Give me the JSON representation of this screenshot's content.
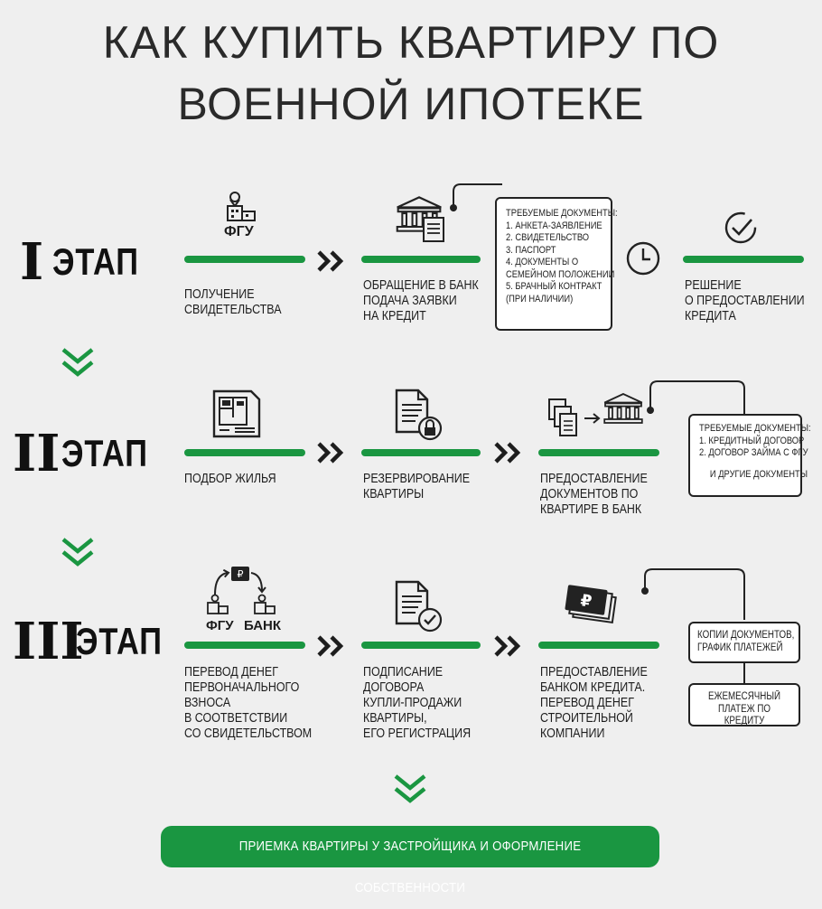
{
  "title": {
    "line1": "КАК КУПИТЬ КВАРТИРУ ПО",
    "line2": "ВОЕННОЙ ИПОТЕКЕ"
  },
  "stages": [
    {
      "numeral": "I",
      "word": "ЭТАП",
      "steps": [
        {
          "icon_label": "ФГУ",
          "label": [
            "ПОЛУЧЕНИЕ",
            "СВИДЕТЕЛЬСТВА"
          ]
        },
        {
          "label": [
            "ОБРАЩЕНИЕ В БАНК",
            "ПОДАЧА ЗАЯВКИ",
            "НА КРЕДИТ"
          ]
        },
        {
          "label": [
            "РЕШЕНИЕ",
            "О ПРЕДОСТАВЛЕНИИ",
            "КРЕДИТА"
          ]
        }
      ],
      "docs": {
        "heading": "ТРЕБУЕМЫЕ ДОКУМЕНТЫ:",
        "items": [
          "1. АНКЕТА-ЗАЯВЛЕНИЕ",
          "2. СВИДЕТЕЛЬСТВО",
          "3. ПАСПОРТ",
          "4. ДОКУМЕНТЫ О",
          "СЕМЕЙНОМ ПОЛОЖЕНИИ",
          "5. БРАЧНЫЙ КОНТРАКТ",
          "(ПРИ НАЛИЧИИ)"
        ]
      }
    },
    {
      "numeral": "II",
      "word": "ЭТАП",
      "steps": [
        {
          "label": [
            "ПОДБОР ЖИЛЬЯ"
          ]
        },
        {
          "label": [
            "РЕЗЕРВИРОВАНИЕ",
            "КВАРТИРЫ"
          ]
        },
        {
          "label": [
            "ПРЕДОСТАВЛЕНИЕ",
            "ДОКУМЕНТОВ ПО",
            "КВАРТИРЕ В БАНК"
          ]
        }
      ],
      "docs": {
        "heading": "ТРЕБУЕМЫЕ ДОКУМЕНТЫ:",
        "items": [
          "1. КРЕДИТНЫЙ ДОГОВОР",
          "2. ДОГОВОР ЗАЙМА С ФГУ",
          "И ДРУГИЕ ДОКУМЕНТЫ"
        ]
      }
    },
    {
      "numeral": "III",
      "word": "ЭТАП",
      "steps": [
        {
          "icon_label_left": "ФГУ",
          "icon_label_right": "БАНК",
          "label": [
            "ПЕРЕВОД ДЕНЕГ",
            "ПЕРВОНАЧАЛЬНОГО",
            "ВЗНОСА",
            "В СООТВЕТСТВИИ",
            "СО СВИДЕТЕЛЬСТВОМ"
          ]
        },
        {
          "label": [
            "ПОДПИСАНИЕ",
            "ДОГОВОРА",
            "КУПЛИ-ПРОДАЖИ",
            "КВАРТИРЫ,",
            "ЕГО РЕГИСТРАЦИЯ"
          ]
        },
        {
          "label": [
            "ПРЕДОСТАВЛЕНИЕ",
            "БАНКОМ КРЕДИТА.",
            "ПЕРЕВОД ДЕНЕГ",
            "СТРОИТЕЛЬНОЙ",
            "КОМПАНИИ"
          ]
        }
      ],
      "boxes": [
        [
          "КОПИИ ДОКУМЕНТОВ,",
          "ГРАФИК ПЛАТЕЖЕЙ"
        ],
        [
          "ЕЖЕМЕСЯЧНЫЙ",
          "ПЛАТЕЖ ПО КРЕДИТУ"
        ]
      ]
    }
  ],
  "final_button": "ПРИЕМКА КВАРТИРЫ У ЗАСТРОЙЩИКА И ОФОРМЛЕНИЕ СОБСТВЕННОСТИ",
  "colors": {
    "accent": "#1a9641",
    "text": "#1d1d1d",
    "background": "#efefef"
  },
  "icons": [
    "location-building-icon",
    "bank-documents-icon",
    "clock-icon",
    "checkmark-icon",
    "floor-plan-icon",
    "locked-document-icon",
    "documents-to-bank-icon",
    "money-transfer-icon",
    "signed-document-icon",
    "ruble-banknotes-icon",
    "double-chevron-right-icon",
    "double-chevron-down-icon"
  ]
}
